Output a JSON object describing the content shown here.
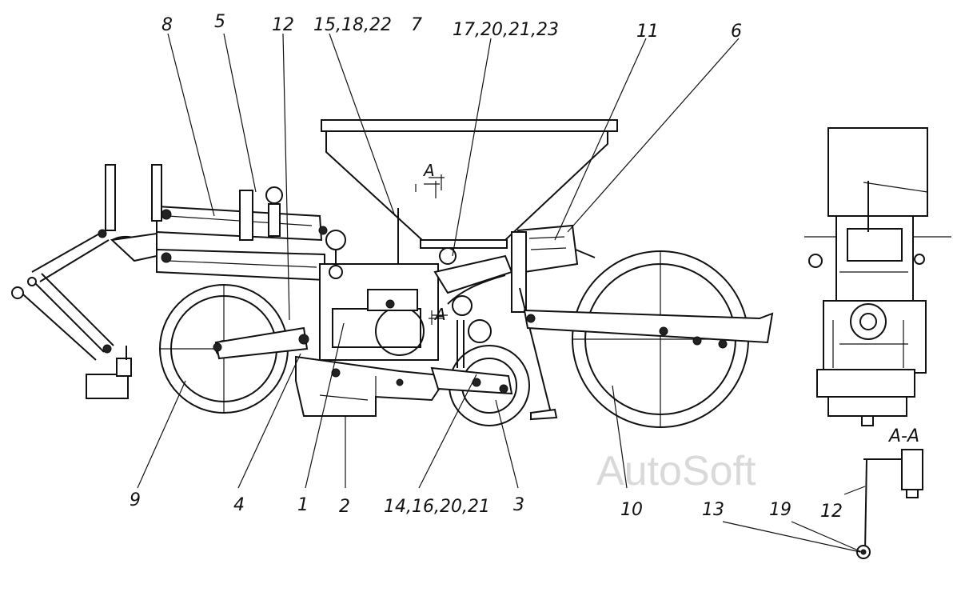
{
  "labels": {
    "l8": "8",
    "l5": "5",
    "l12_top": "12",
    "l15": "15,18,22",
    "l7": "7",
    "l17": "17,20,21,23",
    "l11": "11",
    "l6": "6",
    "l9": "9",
    "l4": "4",
    "l1": "1",
    "l2": "2",
    "l14": "14,16,20,21",
    "l3": "3",
    "l10": "10",
    "l13": "13",
    "l19": "19",
    "l12_bottom": "12",
    "section_mark": "А",
    "section_aa": "А-А"
  },
  "watermark": "AutoSoft"
}
